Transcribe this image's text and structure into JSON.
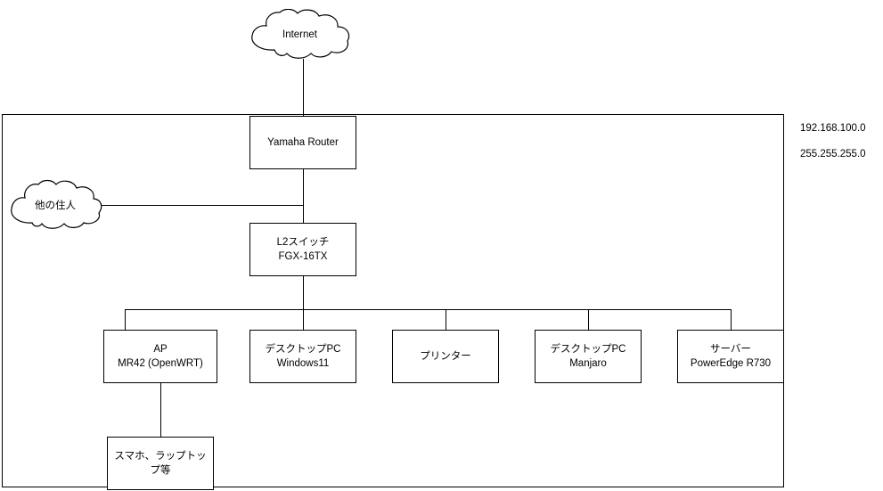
{
  "diagram": {
    "title": "Home network topology diagram",
    "stroke_color": "#000000",
    "background_color": "#ffffff",
    "nodes": {
      "internet_cloud": {
        "label": "Internet"
      },
      "residents_cloud": {
        "label": "他の住人"
      },
      "router": {
        "label": "Yamaha Router"
      },
      "switch": {
        "line1": "L2スイッチ",
        "line2": "FGX-16TX"
      },
      "ap": {
        "line1": "AP",
        "line2": "MR42 (OpenWRT)"
      },
      "desktop_windows": {
        "line1": "デスクトップPC",
        "line2": "Windows11"
      },
      "printer": {
        "label": "プリンター"
      },
      "desktop_manjaro": {
        "line1": "デスクトップPC",
        "line2": "Manjaro"
      },
      "server": {
        "line1": "サーバー",
        "line2": "PowerEdge R730"
      },
      "wireless_clients": {
        "label": "スマホ、ラップトップ等"
      }
    },
    "annotations": {
      "network_address": "192.168.100.0",
      "subnet_mask": "255.255.255.0"
    }
  }
}
